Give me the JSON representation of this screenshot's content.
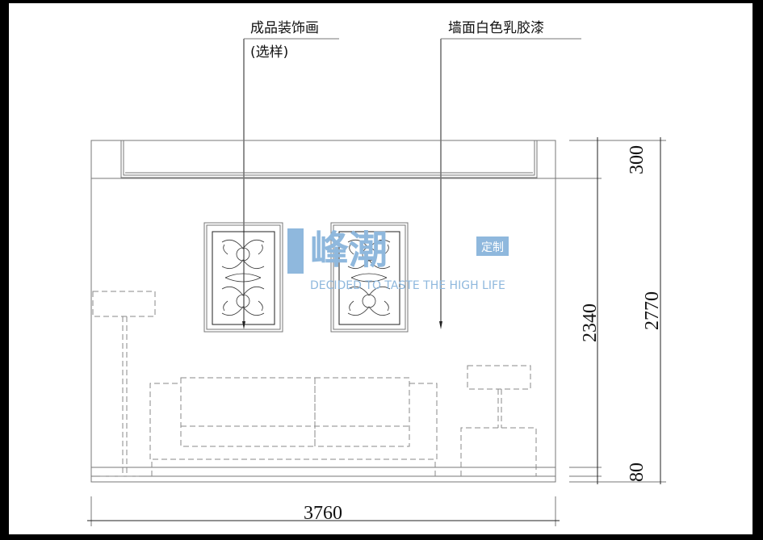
{
  "annotations": {
    "painting_label": "成品装饰画",
    "painting_note": "(选样)",
    "wall_label": "墙面白色乳胶漆"
  },
  "dimensions": {
    "ceiling_height": "300",
    "wall_height": "2340",
    "skirting_height": "80",
    "total_height": "2770",
    "total_width": "3760"
  },
  "watermark": {
    "brand": "峰潮",
    "badge": "定制",
    "slogan": "DECIDED TO TASTE THE HIGH LIFE",
    "color": "#4f8fc6"
  },
  "colors": {
    "frame": "#000000",
    "paper": "#ffffff",
    "line": "#222222",
    "dashed": "#888888"
  }
}
